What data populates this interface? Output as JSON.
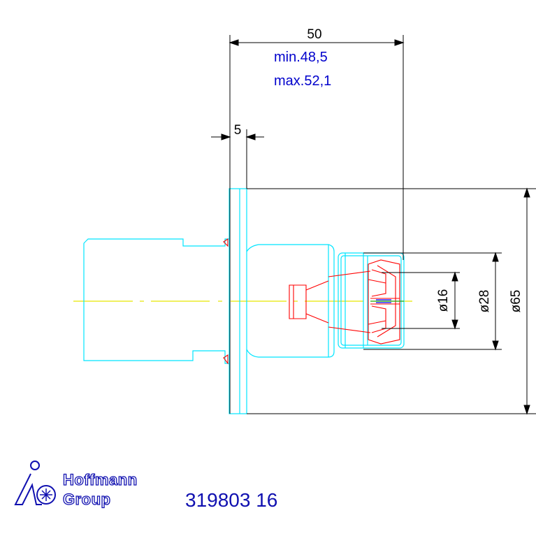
{
  "dimensions": {
    "length": "50",
    "length_min": "min.48,5",
    "length_max": "max.52,1",
    "offset": "5",
    "dia_inner": "ø16",
    "dia_mid": "ø28",
    "dia_outer": "ø65"
  },
  "footer": {
    "brand_line1": "Hoffmann",
    "brand_line2": "Group",
    "part_number": "319803 16"
  },
  "colors": {
    "outline": "#00e5ff",
    "detail": "#ff0000",
    "centerline": "#e6e600",
    "dimension": "#000000",
    "note": "#0000cc",
    "brand": "#1010b0"
  },
  "icons": [
    "hoffmann-logo-icon"
  ]
}
